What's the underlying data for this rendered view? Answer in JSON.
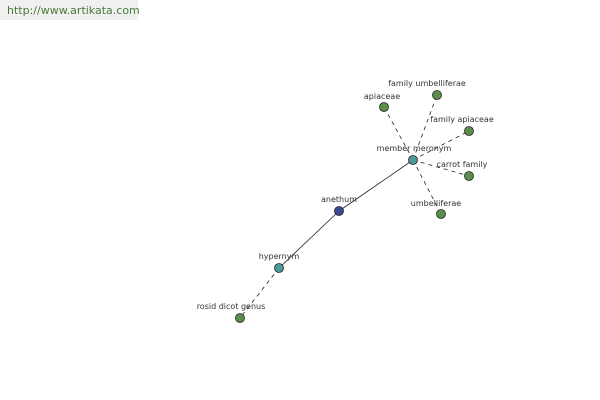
{
  "header": {
    "url": "http://www.artikata.com"
  },
  "colors": {
    "banner_bg": "#f0f0f0",
    "url_text": "#4a7a3a",
    "leaf_node": "#5a8f4a",
    "relation_node": "#4a9a9a",
    "center_node": "#3a4a8f",
    "edge": "#222222",
    "label": "#333333"
  },
  "graph": {
    "nodes": [
      {
        "id": "anethum",
        "label": "anethum",
        "kind": "center"
      },
      {
        "id": "hypernym",
        "label": "hypernym",
        "kind": "relation"
      },
      {
        "id": "member_meronym",
        "label": "member meronym",
        "kind": "relation"
      },
      {
        "id": "rosid_dicot_genus",
        "label": "rosid dicot genus",
        "kind": "leaf"
      },
      {
        "id": "apiaceae",
        "label": "apiaceae",
        "kind": "leaf"
      },
      {
        "id": "family_umbelliferae",
        "label": "family umbelliferae",
        "kind": "leaf"
      },
      {
        "id": "family_apiaceae",
        "label": "family apiaceae",
        "kind": "leaf"
      },
      {
        "id": "carrot_family",
        "label": "carrot family",
        "kind": "leaf"
      },
      {
        "id": "umbelliferae",
        "label": "umbelliferae",
        "kind": "leaf"
      }
    ],
    "edges": [
      {
        "from": "anethum",
        "to": "hypernym",
        "style": "solid"
      },
      {
        "from": "anethum",
        "to": "member_meronym",
        "style": "solid"
      },
      {
        "from": "hypernym",
        "to": "rosid_dicot_genus",
        "style": "dashed"
      },
      {
        "from": "member_meronym",
        "to": "apiaceae",
        "style": "dashed"
      },
      {
        "from": "member_meronym",
        "to": "family_umbelliferae",
        "style": "dashed"
      },
      {
        "from": "member_meronym",
        "to": "family_apiaceae",
        "style": "dashed"
      },
      {
        "from": "member_meronym",
        "to": "carrot_family",
        "style": "dashed"
      },
      {
        "from": "member_meronym",
        "to": "umbelliferae",
        "style": "dashed"
      }
    ]
  }
}
